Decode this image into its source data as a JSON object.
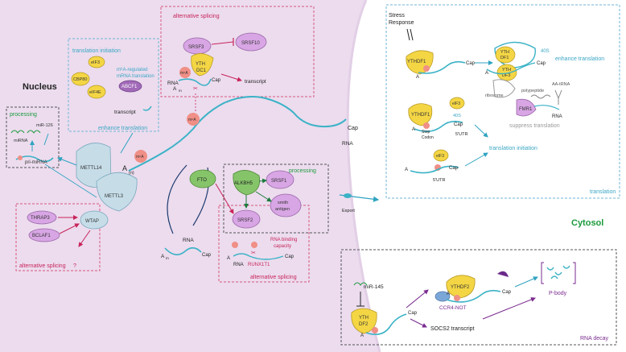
{
  "compartments": {
    "nucleus": "Nucleus",
    "cytosol": "Cytosol",
    "export": "Export"
  },
  "box_labels": {
    "processing_left": "processing",
    "translation_initiation": "translation initiation",
    "enhance_translation_nuc": "enhance translation",
    "alt_splicing_top": "alternative splicing",
    "alt_splicing_left": "alternative splicing",
    "alt_splicing_mid": "alternative splicing",
    "processing_mid": "processing",
    "translation_panel": "translation",
    "enhance_translation_cyto": "enhance translation",
    "suppress_translation": "suppress translation",
    "translation_initiation_cyto": "translation initiation",
    "rna_decay": "RNA decay"
  },
  "proteins": {
    "mettl14": "METTL14",
    "mettl3": "METTL3",
    "wtap": "WTAP",
    "thrap3": "THRAP3",
    "bclaf1": "BCLAF1",
    "eif3": "eIF3",
    "cbp80": "CBP80",
    "eif4e": "eIF4E",
    "abcf1": "ABCF1",
    "srsf3": "SRSF3",
    "srsf10": "SRSF10",
    "ythdc1_a": "YTH",
    "ythdc1_b": "DC1",
    "fto": "FTO",
    "alkbh5": "ALKBH5",
    "srsf1": "SRSF1",
    "smith_a": "smith",
    "smith_b": "antigen",
    "srsf2": "SRSF2",
    "ythdf1": "YTHDF1",
    "ythdf1b": "YTHDF1",
    "ythdf3_a": "YTH",
    "ythdf3_b": "DF1",
    "ythdf3_c": "YTH",
    "ythdf3_d": "DF3",
    "fmr1": "FMR1",
    "eif3c": "eIF3",
    "eif3d": "eIF3",
    "ythdf2": "YTHDF2",
    "ythdf2b_a": "YTH",
    "ythdf2b_b": "DF2",
    "ccr4": "CCR4-NOT"
  },
  "labels": {
    "m6a": "m⁶A",
    "m6a_regulated": "m⁶A-regulated",
    "mrna_translation": "mRNA translation",
    "transcript": "transcript",
    "rna": "RNA",
    "cap": "Cap",
    "an": "A",
    "sub_n": "(n)",
    "sub_m": "m",
    "mirna": "miRNA",
    "mir126": "miR-126",
    "primirna": "pri-miRNA",
    "rna_binding_1": "RNA binding",
    "rna_binding_2": "capacity",
    "runx1t1": "RUNX1T1",
    "stress_1": "Stress",
    "stress_2": "Response",
    "s40": "40S",
    "ribosome": "ribosome",
    "polypeptide": "polypeptide",
    "aatrna": "AA-tRNA",
    "stop_1": "Stop",
    "stop_2": "Codon",
    "utr": "5'UTR",
    "mir145": "miR-145",
    "socs2": "SOCS2 transcript",
    "pbody": "P-body",
    "qmark": "?"
  },
  "colors": {
    "nucleus": "#ecdcee",
    "protein_blue": "#c6dde8",
    "protein_yellow": "#f4d645",
    "protein_purple": "#d8a6e4",
    "protein_green": "#86c46a",
    "rna": "#3bb2c6",
    "m6a": "#f08f86",
    "teal_text": "#3aa6c4",
    "pink_text": "#c8245a",
    "green_text": "#1b9a3c",
    "purple_text": "#7a2a8f",
    "dash_blue": "#6fb6d6",
    "dash_pink": "#d8577c",
    "dash_gray": "#555555"
  }
}
